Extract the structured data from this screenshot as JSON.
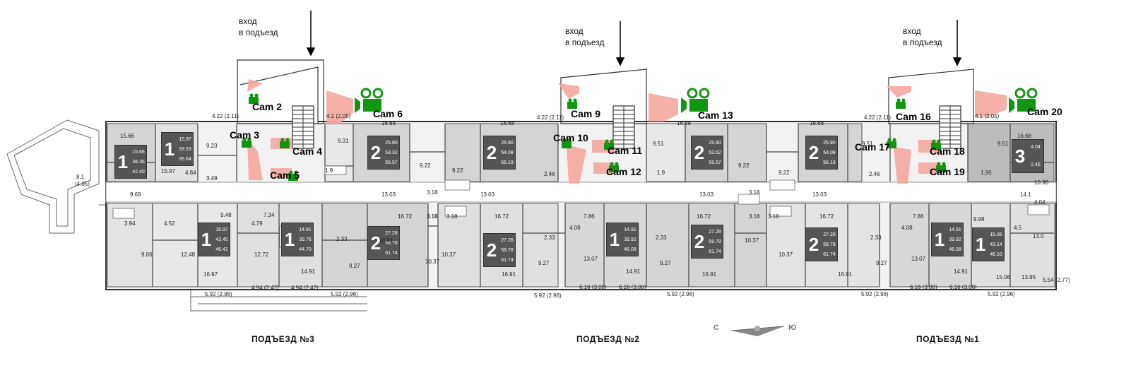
{
  "entrance_label_line1": "вход",
  "entrance_label_line2": "в подъезд",
  "sections": [
    {
      "label": "ПОДЪЕЗД №3"
    },
    {
      "label": "ПОДЪЕЗД №2"
    },
    {
      "label": "ПОДЪЕЗД №1"
    }
  ],
  "compass": {
    "left": "С",
    "right": "Ю"
  },
  "cameras": [
    "Cam 2",
    "Cam 3",
    "Cam 4",
    "Cam 5",
    "Cam 6",
    "Cam 9",
    "Cam 10",
    "Cam 11",
    "Cam 12",
    "Cam 13",
    "Cam 16",
    "Cam 17",
    "Cam 18",
    "Cam 19",
    "Cam 20"
  ],
  "apartments": [
    {
      "rooms": "1",
      "areas": [
        "15.66",
        "38.35",
        "42.40"
      ]
    },
    {
      "rooms": "1",
      "areas": [
        "15.97",
        "33.53",
        "35.64"
      ]
    },
    {
      "rooms": "2",
      "areas": [
        "25.80",
        "53.32",
        "55.57"
      ]
    },
    {
      "rooms": "2",
      "areas": [
        "25.90",
        "54.08",
        "56.19"
      ]
    },
    {
      "rooms": "2",
      "areas": [
        "25.90",
        "53.52",
        "55.57"
      ]
    },
    {
      "rooms": "2",
      "areas": [
        "25.90",
        "54.08",
        "56.19"
      ]
    },
    {
      "rooms": "3",
      "areas": [
        "4.04",
        "",
        "2.45"
      ]
    },
    {
      "rooms": "1",
      "areas": [
        "16.97",
        "43.45",
        "46.41"
      ]
    },
    {
      "rooms": "1",
      "areas": [
        "14.91",
        "39.76",
        "44.70"
      ]
    },
    {
      "rooms": "2",
      "areas": [
        "27.28",
        "58.78",
        "61.74"
      ]
    },
    {
      "rooms": "2",
      "areas": [
        "27.28",
        "58.78",
        "61.74"
      ]
    },
    {
      "rooms": "1",
      "areas": [
        "14.91",
        "39.92",
        "46.08"
      ]
    },
    {
      "rooms": "2",
      "areas": [
        "27.28",
        "58.78",
        "61.74"
      ]
    },
    {
      "rooms": "2",
      "areas": [
        "27.28",
        "58.78",
        "61.74"
      ]
    },
    {
      "rooms": "1",
      "areas": [
        "14.91",
        "39.92",
        "46.08"
      ]
    },
    {
      "rooms": "1",
      "areas": [
        "15.06",
        "43.14",
        "46.10"
      ]
    }
  ],
  "room_areas": [
    "15.66",
    "15.97",
    "9.23",
    "4.84",
    "3.49",
    "4.22 (2.11)",
    "9.31",
    "4.1 (2.05)",
    "16.68",
    "9.22",
    "1.9",
    "8.1",
    "(4.05)",
    "9.69",
    "9.48",
    "7.34",
    "13.03",
    "3.18",
    "16.72",
    "3.18",
    "3.94",
    "4.52",
    "4.79",
    "2.33",
    "16.91",
    "9.06",
    "12.48",
    "12.72",
    "9.27",
    "10.37",
    "16.97",
    "14.91",
    "5.92 (2.96)",
    "4.94 (2.47)",
    "4.94 (2.47)",
    "5.92 (2.96)",
    "9.22",
    "16.68",
    "4.22 (2.11)",
    "2.46",
    "3.18",
    "13.03",
    "3.18",
    "16.72",
    "10.37",
    "4.08",
    "7.86",
    "2.33",
    "9.27",
    "13.07",
    "16.91",
    "14.91",
    "5.92 (2.96)",
    "6.16 (3.08)",
    "6.16 (3.08)",
    "16.68",
    "9.51",
    "1.9",
    "13.03",
    "9.22",
    "3.18",
    "16.72",
    "3.18",
    "2.33",
    "9.27",
    "16.91",
    "10.37",
    "5.92 (2.96)",
    "16.68",
    "9.51",
    "4.22 (2.11)",
    "2.46",
    "13.03",
    "16.72",
    "9.22",
    "10.37",
    "16.91",
    "2.33",
    "9.27",
    "5.92 (2.96)",
    "4.08",
    "7.86",
    "13.07",
    "14.91",
    "6.16 (3.08)",
    "6.16 (3.08)",
    "16.68",
    "9.51",
    "1.90",
    "4.1 (2.05)",
    "14.1",
    "9.98",
    "4.5",
    "15.06",
    "13.95",
    "5.92 (2.96)",
    "10.36",
    "4.04",
    "13.0",
    "5.54 (2.77)",
    "3.18"
  ]
}
